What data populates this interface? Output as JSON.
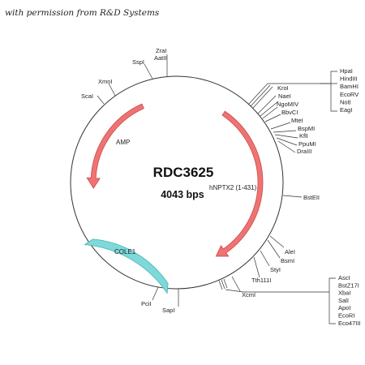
{
  "credit": "with permission from R&D Systems",
  "plasmid": {
    "name": "RDC3625",
    "size": "4043 bps"
  },
  "colors": {
    "arrow_fill": "#ef7373",
    "arrow_stroke": "#c94a4a",
    "ori_fill": "#7fd9d9",
    "ori_stroke": "#44b3b3"
  },
  "features": {
    "amp": "AMP",
    "insert": "hNPTX2 (1-431)",
    "ori": "COLE1"
  },
  "sites": {
    "zral": "ZraI",
    "aatii": "AatII",
    "sspi": "SspI",
    "xmni": "XmnI",
    "scai": "ScaI",
    "kroi": "KroI",
    "naei": "NaeI",
    "ngomiv": "NgoMIV",
    "bbvci": "BbvCI",
    "mtei": "MteI",
    "bspmi": "BspMI",
    "kfli": "KflI",
    "ppumi": "PpuMI",
    "draiii": "DraIII",
    "bsteii": "BstEII",
    "alei": "AleI",
    "bsmi": "BsmI",
    "styi": "StyI",
    "tth111i": "Tth111I",
    "xcmi": "XcmI",
    "pcii": "PciI",
    "sapi": "SapI",
    "mcs_top": [
      "HpaI",
      "HindIII",
      "BamHI",
      "EcoRV",
      "NotI",
      "EagI"
    ],
    "mcs_bottom": [
      "AscI",
      "BstZ17I",
      "XbaI",
      "SalI",
      "ApoI",
      "EcoRI",
      "Eco47III"
    ]
  }
}
